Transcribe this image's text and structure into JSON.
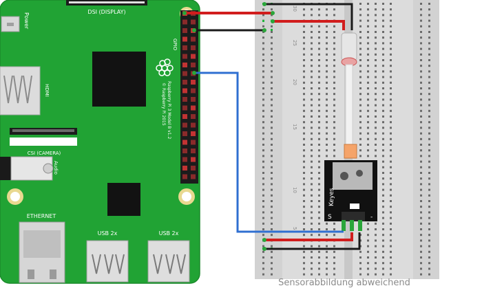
{
  "raspberry_pi": {
    "power_label": "Power",
    "dsi_label": "DSI (DISPLAY)",
    "hdmi_label": "HDMI",
    "csi_label": "CSI (CAMERA)",
    "audio_label": "Audio",
    "ethernet_label": "ETHERNET",
    "usb_label_1": "USB 2x",
    "usb_label_2": "USB 2x",
    "gpio_label": "GPIO",
    "model_label": "Raspberry Pi 3 Model B v1.2",
    "copyright_label": "© Raspberry Pi 2015"
  },
  "breadboard": {
    "column_numbers": [
      "5",
      "10",
      "15",
      "20",
      "25",
      "30"
    ]
  },
  "sensor_module": {
    "brand_label": "Keyes",
    "pin_s": "S",
    "pin_minus": "-"
  },
  "wires": {
    "power_color": "#d11d1d",
    "ground_color": "#1a1a1a",
    "signal_color": "#2f6fd1"
  },
  "caption": "Sensorabbildung abweichend"
}
